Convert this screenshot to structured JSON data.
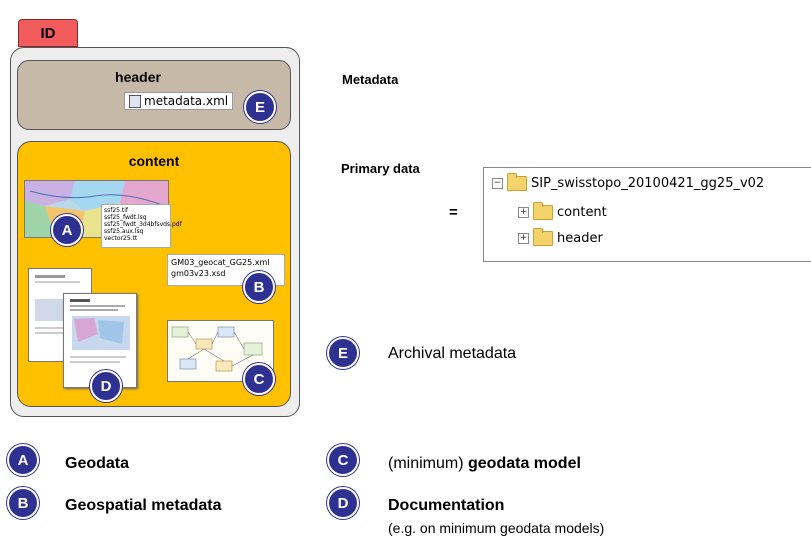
{
  "sip": {
    "id_label": "ID",
    "header_title": "header",
    "header_file": "metadata.xml",
    "content_title": "content",
    "geodata_files": [
      "ssf25.tif",
      "ssf25_fwdt.lsq",
      "ssf25_fwdt_3d4bfsvds.pdf",
      "ssf25.aux.lsq",
      "vector25.tt"
    ],
    "metadata_files": [
      "GM03_geocat_GG25.xml",
      "gm03v23.xsd"
    ]
  },
  "side_labels": {
    "metadata": "Metadata",
    "primary_data": "Primary data",
    "equals": "="
  },
  "tree": {
    "root_label": "SIP_swisstopo_20100421_gg25_v02",
    "children": [
      "content",
      "header"
    ]
  },
  "badges": {
    "a": "A",
    "b": "B",
    "c": "C",
    "d": "D",
    "e": "E"
  },
  "legend": {
    "e_text": "Archival metadata",
    "a_text": "Geodata",
    "b_text": "Geospatial metadata",
    "c_prefix": "(minimum) ",
    "c_bold": "geodata model",
    "d_text": "Documentation",
    "d_sub": "(e.g. on minimum geodata models)"
  },
  "colors": {
    "badge": "#2e3192",
    "id_tab": "#f25c5c",
    "header_box": "#c6b9a8",
    "content_box": "#ffc000",
    "outer_box": "#eeeeee"
  }
}
